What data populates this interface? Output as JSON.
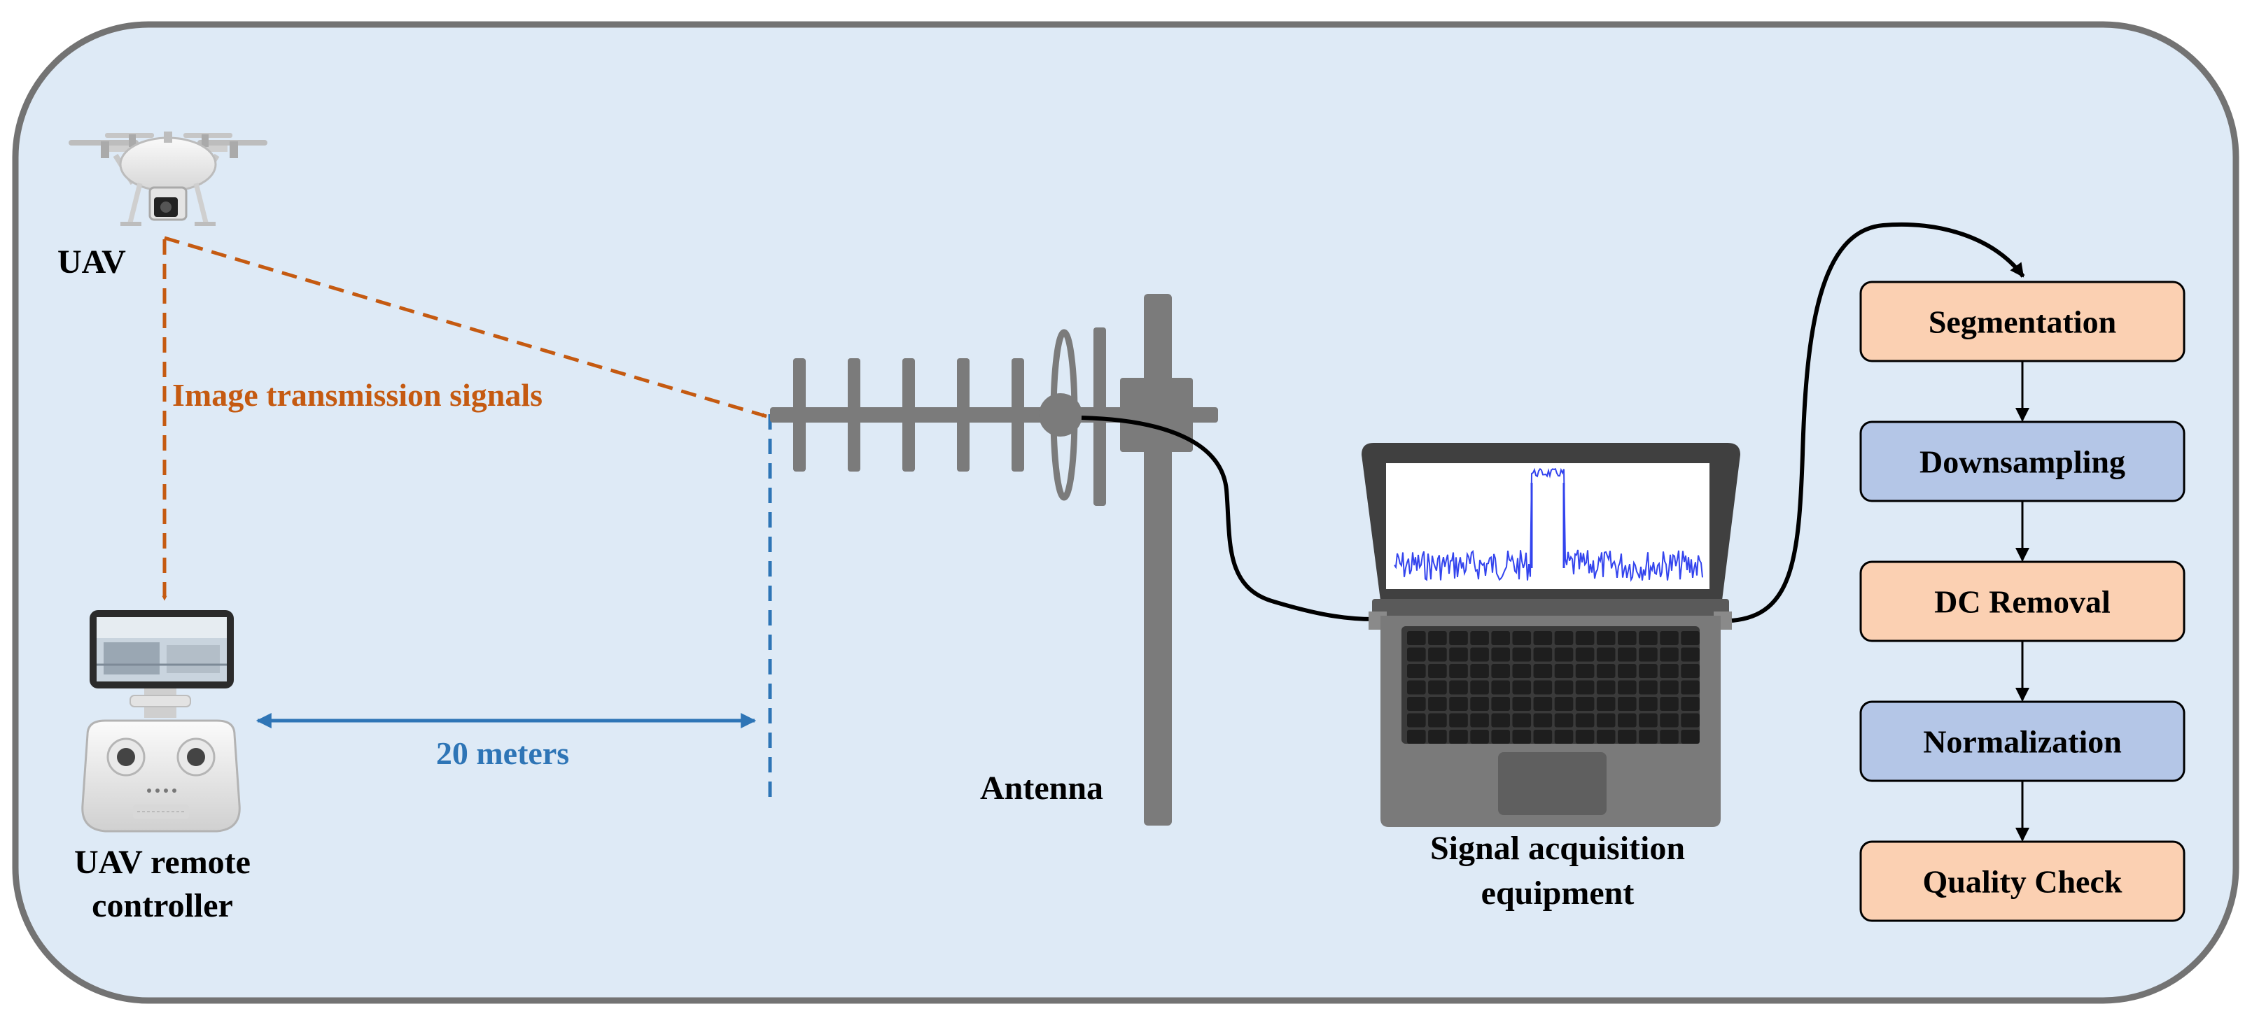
{
  "labels": {
    "uav": "UAV",
    "signal": "Image transmission signals",
    "distance": "20 meters",
    "antenna": "Antenna",
    "remote_line1": "UAV remote",
    "remote_line2": "controller",
    "acq_line1": "Signal acquisition",
    "acq_line2": "equipment"
  },
  "pipeline": [
    {
      "label": "Segmentation",
      "style": "orange"
    },
    {
      "label": "Downsampling",
      "style": "blue"
    },
    {
      "label": "DC Removal",
      "style": "orange"
    },
    {
      "label": "Normalization",
      "style": "blue"
    },
    {
      "label": "Quality Check",
      "style": "orange"
    }
  ],
  "colors": {
    "panel_bg": "#deeaf6",
    "panel_border": "#737373",
    "signal_arrow": "#c55a11",
    "distance_line": "#2e75b6",
    "step_orange": "#fbd0b2",
    "step_blue": "#b4c6e7",
    "antenna": "#7b7b7b",
    "spectrum": "#3344ee"
  },
  "icons": {
    "uav": "drone-icon",
    "remote": "remote-controller-icon",
    "antenna": "yagi-antenna-icon",
    "laptop": "laptop-icon"
  }
}
